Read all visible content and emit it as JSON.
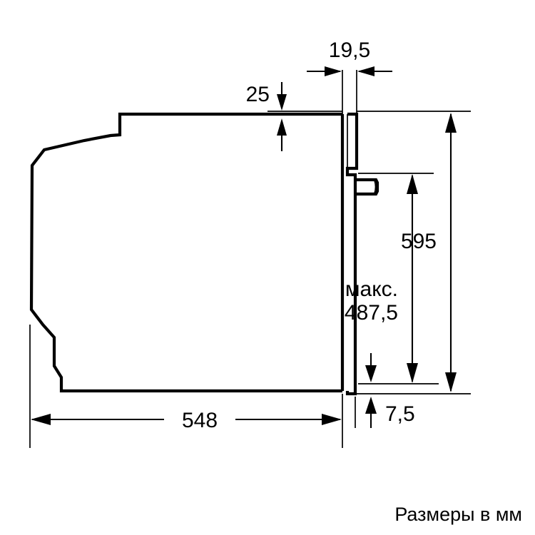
{
  "drawing": {
    "title": "Built-in oven side-view dimension drawing",
    "units_caption": "Размеры в мм",
    "line_color": "#000000",
    "background_color": "#ffffff"
  },
  "dimensions": {
    "door_thickness": {
      "label": "19,5",
      "name": "door-thickness-dimension",
      "orientation": "horizontal"
    },
    "top_gap": {
      "label": "25",
      "name": "top-gap-dimension",
      "orientation": "vertical"
    },
    "total_height": {
      "label": "595",
      "name": "total-height-dimension",
      "orientation": "vertical"
    },
    "max_opening_height": {
      "label_line1": "макс.",
      "label_line2": "487,5",
      "name": "max-opening-height-dimension",
      "orientation": "vertical"
    },
    "bottom_gap": {
      "label": "7,5",
      "name": "bottom-gap-dimension",
      "orientation": "vertical"
    },
    "body_depth": {
      "label": "548",
      "name": "body-depth-dimension",
      "orientation": "horizontal"
    }
  },
  "parts": {
    "oven_body": "oven-body-outline",
    "oven_door": "oven-door-panel",
    "door_handle": "door-handle"
  }
}
